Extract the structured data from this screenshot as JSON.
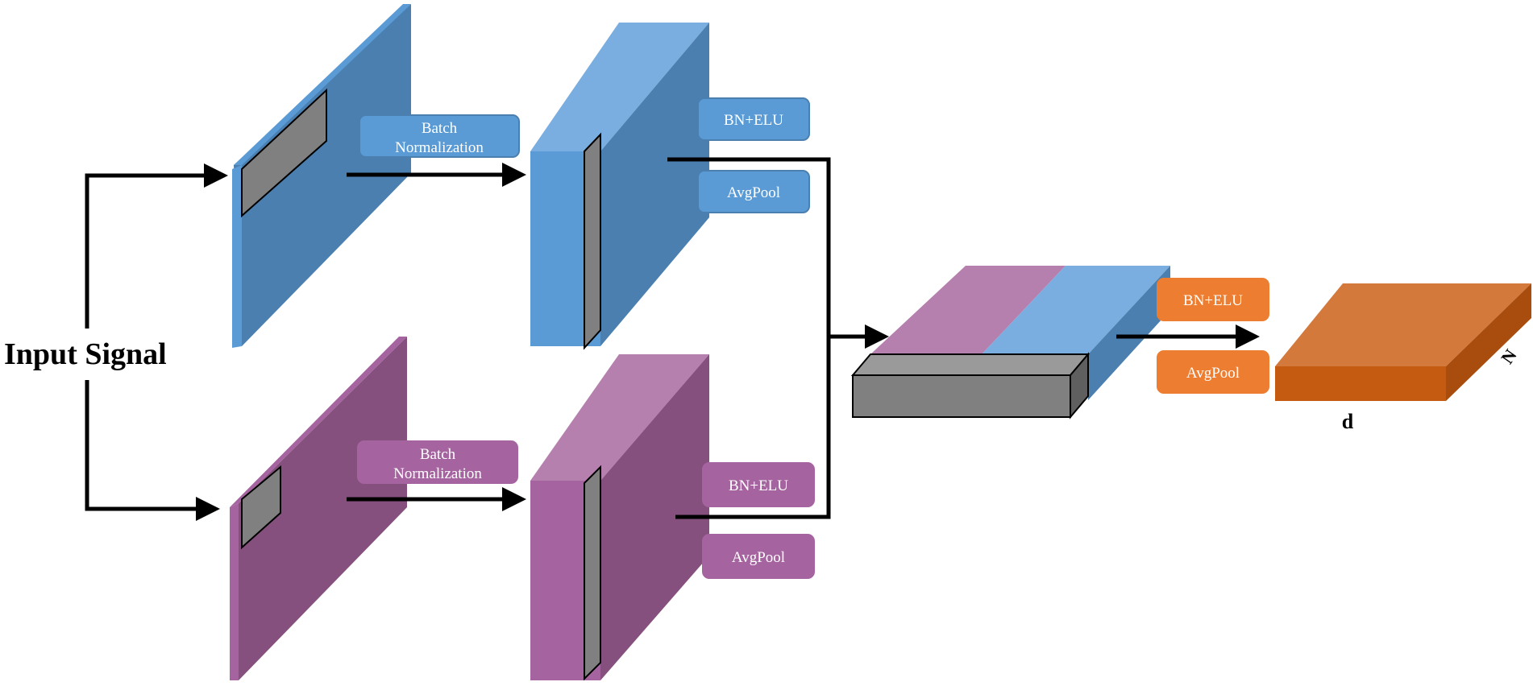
{
  "input_label": "Input Signal",
  "blue_branch": {
    "norm_label_line1": "Batch",
    "norm_label_line2": "Normalization",
    "act_label": "BN+ELU",
    "pool_label": "AvgPool"
  },
  "purple_branch": {
    "norm_label_line1": "Batch",
    "norm_label_line2": "Normalization",
    "act_label": "BN+ELU",
    "pool_label": "AvgPool"
  },
  "merge_block": {
    "act_label": "BN+ELU",
    "pool_label": "AvgPool"
  },
  "output_block": {
    "depth_label": "d",
    "side_label": "N"
  },
  "colors": {
    "blue_front": "#5b9bd5",
    "blue_side": "#4a7fb0",
    "blue_top": "#7aaee0",
    "purple_front": "#a5649f",
    "purple_side": "#85507d",
    "purple_top": "#b57fae",
    "gray": "#808080",
    "orange_front": "#c55a11",
    "orange_side": "#a84d0e",
    "orange_top": "#d4793c",
    "orange_label": "#ed7d31"
  }
}
